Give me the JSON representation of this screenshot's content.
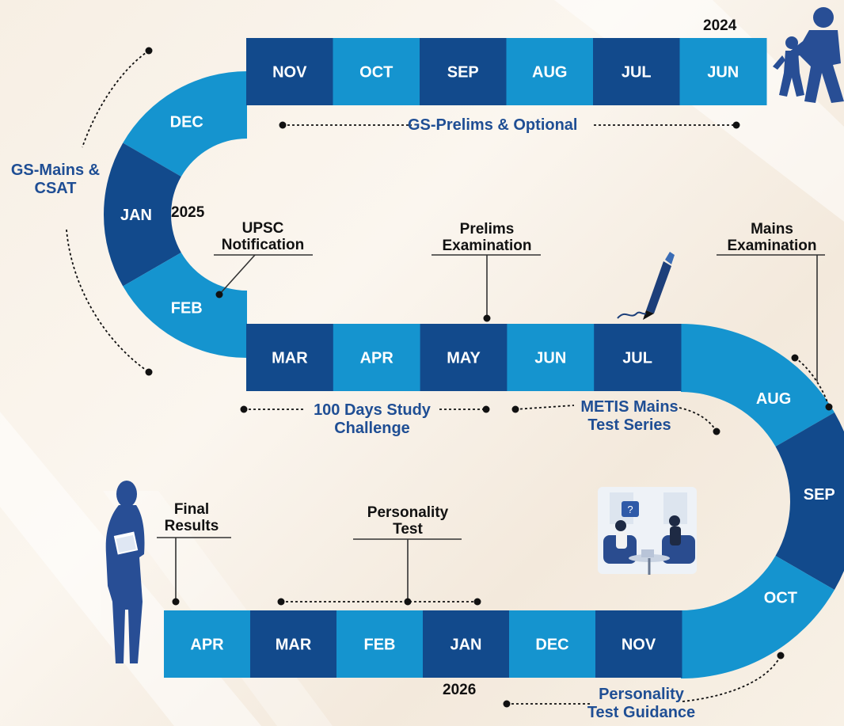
{
  "colors": {
    "light": "#1594cf",
    "dark": "#124a8c",
    "text_blue": "#1f4e94",
    "dot": "#111111",
    "figure": "#284e95"
  },
  "row1": {
    "year": "2024",
    "months": [
      "NOV",
      "OCT",
      "SEP",
      "AUG",
      "JUL",
      "JUN"
    ]
  },
  "turn1": {
    "months": [
      "DEC",
      "JAN",
      "FEB"
    ],
    "year": "2025"
  },
  "row2": {
    "months": [
      "MAR",
      "APR",
      "MAY",
      "JUN",
      "JUL"
    ]
  },
  "turn2": {
    "months": [
      "AUG",
      "SEP",
      "OCT"
    ]
  },
  "row3": {
    "months": [
      "APR",
      "MAR",
      "FEB",
      "JAN",
      "DEC",
      "NOV"
    ],
    "year": "2026"
  },
  "annotations": {
    "gs_prelims": "GS-Prelims & Optional",
    "gs_mains_line1": "GS-Mains &",
    "gs_mains_line2": "CSAT",
    "upsc_line1": "UPSC",
    "upsc_line2": "Notification",
    "prelims_line1": "Prelims",
    "prelims_line2": "Examination",
    "mains_line1": "Mains",
    "mains_line2": "Examination",
    "study_line1": "100 Days Study",
    "study_line2": "Challenge",
    "metis_line1": "METIS Mains",
    "metis_line2": "Test Series",
    "final_line1": "Final",
    "final_line2": "Results",
    "personality_line1": "Personality",
    "personality_line2": "Test",
    "guidance_line1": "Personality",
    "guidance_line2": "Test Guidance"
  },
  "icons": [
    "parent-child-icon",
    "pen-icon",
    "interview-icon",
    "woman-with-folder-icon"
  ]
}
